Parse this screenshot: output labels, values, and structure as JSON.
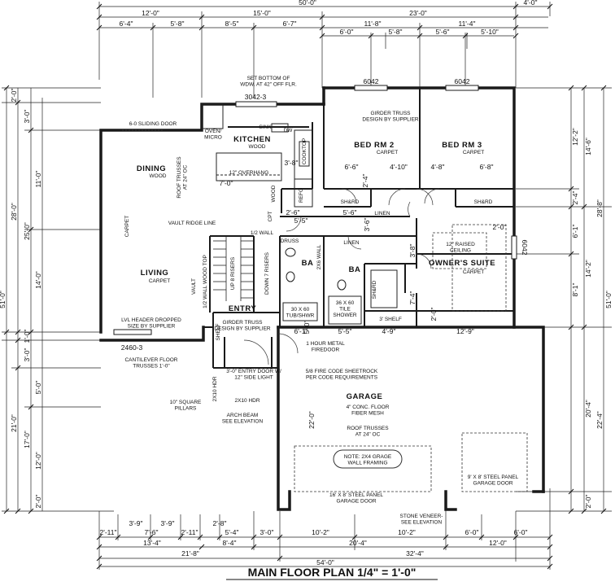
{
  "title": "MAIN FLOOR PLAN  1/4\" = 1'-0\"",
  "rooms": [
    {
      "key": "kitchen",
      "label": "KITCHEN",
      "sub": "WOOD"
    },
    {
      "key": "dining",
      "label": "DINING",
      "sub": "WOOD"
    },
    {
      "key": "living",
      "label": "LIVING",
      "sub": "CARPET"
    },
    {
      "key": "bed2",
      "label": "BED RM 2",
      "sub": "CARPET"
    },
    {
      "key": "bed3",
      "label": "BED RM 3",
      "sub": "CARPET"
    },
    {
      "key": "owner",
      "label": "OWNER'S SUITE",
      "sub": "CARPET"
    },
    {
      "key": "ba1",
      "label": "BA",
      "sub": ""
    },
    {
      "key": "ba2",
      "label": "BA",
      "sub": ""
    },
    {
      "key": "entry",
      "label": "ENTRY",
      "sub": ""
    },
    {
      "key": "garage",
      "label": "GARAGE",
      "sub": ""
    }
  ],
  "dims": {
    "top_overall": "50'-0\"",
    "top_right": "4'-0\"",
    "top_l1": [
      "12'-0\"",
      "15'-0\"",
      "23'-0\""
    ],
    "top_l2": [
      "6'-4\"",
      "5'-8\"",
      "8'-5\"",
      "6'-7\"",
      "11'-8\"",
      "11'-4\""
    ],
    "top_l3": [
      "6'-0\"",
      "5'-8\"",
      "5'-6\"",
      "5'-10\""
    ],
    "bot_l1": [
      "2'-11\"",
      "3'-9\"",
      "3'-9\"",
      "2'-11\"",
      "2'-8\"",
      "5'-4\"",
      "3'-0\"",
      "10'-2\"",
      "10'-2\"",
      "6'-0\"",
      "6'-0\""
    ],
    "bot_l1b": [
      "7'-6\""
    ],
    "bot_l2": [
      "13'-4\"",
      "8'-4\"",
      "20'-4\"",
      "12'-0\""
    ],
    "bot_l3": [
      "21'-8\"",
      "32'-4\""
    ],
    "bot_overall": "54'-0\"",
    "left_overall": "51'-0\"",
    "left_l1": [
      "2'-0\"",
      "28'-0\"",
      "21'-0\""
    ],
    "left_l2": [
      "3'-0\"",
      "25'-0\"",
      "1'-0\"",
      "3'-0\"",
      "17'-0\""
    ],
    "left_l3": [
      "11'-0\"",
      "14'-0\"",
      "5'-0\"",
      "12'-0\"",
      "2'-0\""
    ],
    "right_overall": "51'-0\"",
    "right_l1": [
      "14'-6\"",
      "28'-8\"",
      "22'-4\""
    ],
    "right_l2": [
      "12'-2\"",
      "2'-4\"",
      "6'-1\"",
      "14'-2\"",
      "8'-1\"",
      "20'-4\"",
      "2'-0\""
    ],
    "int": [
      "6'-6\"",
      "4'-10\"",
      "4'-8\"",
      "6'-8\"",
      "7'-0\"",
      "3'-8\"",
      "2'-6\"",
      "5'-6\"",
      "5'-5\"",
      "6'-1\"",
      "5'-5\"",
      "4'-9\"",
      "12'-9\"",
      "22'-0\"",
      "5'-0\"",
      "3'-6\"",
      "3'-8\"",
      "7'-4\"",
      "2'-0\"",
      "2'-0\"",
      "2'-4\""
    ]
  },
  "windows": [
    "6042",
    "6042",
    "3042-3",
    "6042",
    "2460-3"
  ],
  "notes": [
    "SET BOTTOM OF\nWDW. AT 42\" OFF FLR.",
    "GIRDER TRUSS\nDESIGN BY SUPPLIER",
    "6-0 SLIDING DOOR",
    "OVEN/\nMICRO",
    "SINK",
    "DW",
    "COOKTOP",
    "12\" OVERHANG",
    "REFG",
    "VAULT RIDGE LINE",
    "ROOF TRUSSES\nAT 24\" OC",
    "CARPET",
    "VAULT",
    "1/2 WALL",
    "UP 8 RISERS",
    "DOWN 7 RISERS",
    "1/2 WALL WOOD TOP",
    "LVL HEADER DROPPED\nSIZE BY SUPPLIER",
    "CANTILEVER FLOOR\nTRUSSES 1'-0\"",
    "GIRDER TRUSS\nDESIGN BY SUPPLIER",
    "3'-0\" ENTRY DOOR W/\n12\" SIDE LIGHT",
    "10\" SQUARE\nPILLARS",
    "ARCH BEAM\nSEE ELEVATION",
    "2X10 HDR",
    "2X10 HDR",
    "SHELF",
    "1 HOUR METAL\nFIREDOOR",
    "5/8 FIRE CODE SHEETROCK\nPER CODE REQUIREMENTS",
    "4\" CONC. FLOOR\nFIBER MESH",
    "ROOF TRUSSES\nAT 24\" OC",
    "NOTE: 2X4 GRAGE\nWALL FRAMING",
    "16' X 8' STEEL PANEL\nGARAGE DOOR",
    "9' X 8' STEEL PANEL\nGARAGE DOOR",
    "STONE VENEER-\nSEE ELEVATION",
    "12\" RAISED\nCEILING",
    "LINEN",
    "LINEN",
    "30 X 60\nTUB/SHWR",
    "36 X 60\nTILE\nSHOWER",
    "3' SHELF",
    "SH&RD",
    "SH&RD",
    "SH&RD",
    "2X6 WALL",
    "DRUSS",
    "CPT",
    "WOOD"
  ]
}
